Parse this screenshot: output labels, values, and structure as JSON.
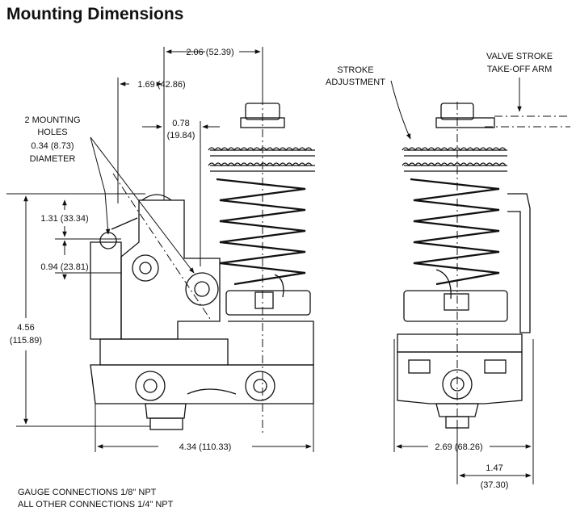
{
  "title": "Mounting Dimensions",
  "dimensions": {
    "d206": "2.06 (52.39)",
    "d169": "1.69 (42.86)",
    "d078a": "0.78",
    "d078b": "(19.84)",
    "d131": "1.31 (33.34)",
    "d094": "0.94 (23.81)",
    "d456a": "4.56",
    "d456b": "(115.89)",
    "d434": "4.34 (110.33)",
    "d269": "2.69 (68.26)",
    "d147a": "1.47",
    "d147b": "(37.30)"
  },
  "labels": {
    "mounting_holes_1": "2 MOUNTING",
    "mounting_holes_2": "HOLES",
    "mounting_holes_3": "0.34 (8.73)",
    "mounting_holes_4": "DIAMETER",
    "stroke_adj_1": "STROKE",
    "stroke_adj_2": "ADJUSTMENT",
    "valve_stroke_1": "VALVE STROKE",
    "valve_stroke_2": "TAKE-OFF ARM"
  },
  "notes": {
    "line1": "GAUGE CONNECTIONS 1/8\" NPT",
    "line2": "ALL OTHER CONNECTIONS 1/4\" NPT"
  }
}
